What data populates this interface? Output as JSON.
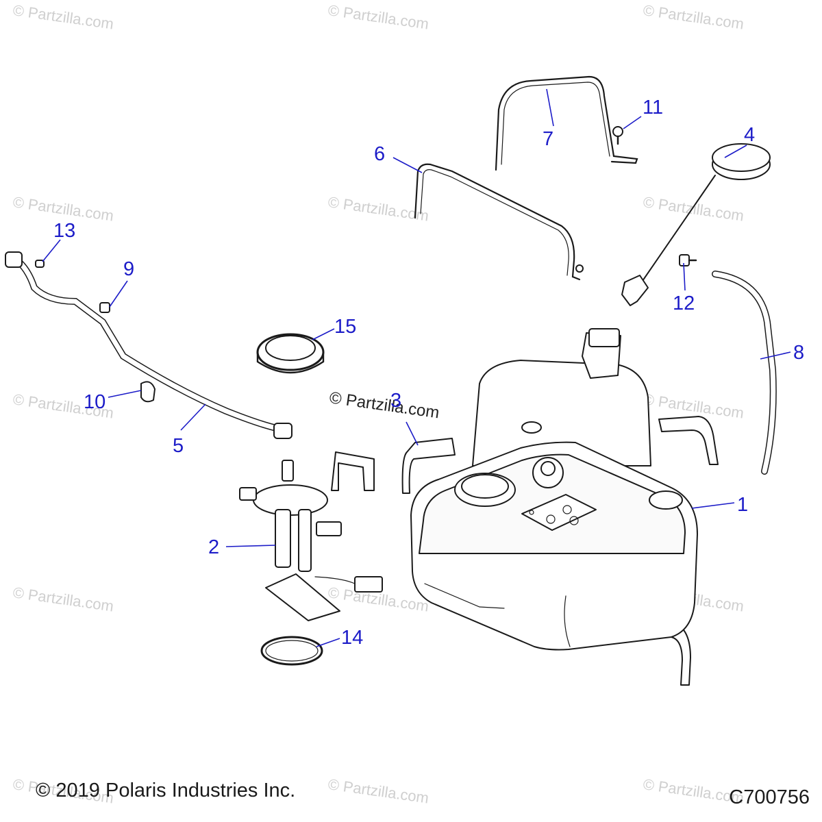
{
  "watermark_text": "© Partzilla.com",
  "center_watermark": "© Partzilla.com",
  "copyright": "© 2019 Polaris Industries Inc.",
  "diagram_code": "C700756",
  "callouts": {
    "c1": "1",
    "c2": "2",
    "c3": "3",
    "c4": "4",
    "c5": "5",
    "c6": "6",
    "c7": "7",
    "c8": "8",
    "c9": "9",
    "c10": "10",
    "c11": "11",
    "c12": "12",
    "c13": "13",
    "c14": "14",
    "c15": "15"
  },
  "colors": {
    "callout": "#1c1cc8",
    "line_art": "#1a1a1a",
    "watermark": "#cfcfcf"
  }
}
